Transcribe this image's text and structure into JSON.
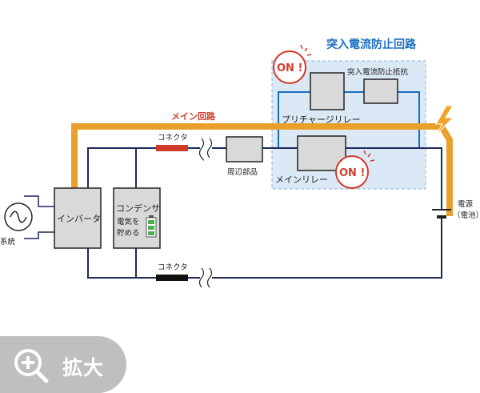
{
  "diagram": {
    "title": "突入電流防止回路",
    "main_circuit_label": "メイン回路",
    "connector_top": "コネクタ",
    "connector_bottom": "コネクタ",
    "peripheral": "周辺部品",
    "inverter": "インバータ",
    "capacitor_title": "コンデンサ",
    "capacitor_line1": "電気を",
    "capacitor_line2": "貯める",
    "grid": "系統",
    "precharge_resistor": "突入電流防止抵抗",
    "precharge_relay": "プリチャージリレー",
    "main_relay": "メインリレー",
    "on_badge_1": "ON !",
    "on_badge_2": "ON !",
    "battery_line1": "電源",
    "battery_line2": "（電池）"
  },
  "colors": {
    "main_path": "#e8a02a",
    "zone_fill": "#dbe8f5",
    "zone_border": "#8fb0d6",
    "wire_blue": "#1a6fc0",
    "wire_navy": "#1e2a5a",
    "connector_red": "#d23b2b",
    "badge_red": "#d23b2b",
    "zoom_bg": "#bfbfbf"
  },
  "zoom_button": {
    "label": "拡大"
  }
}
